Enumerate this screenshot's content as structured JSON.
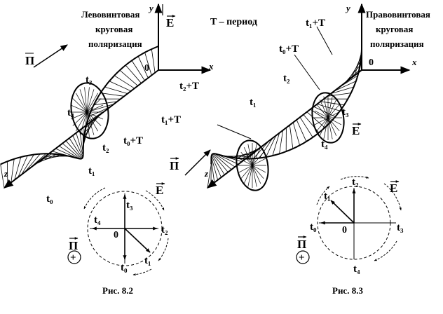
{
  "figure_left": {
    "title_lines": [
      "Левовинтовая",
      "круговая",
      "поляризация"
    ],
    "caption": "Рис. 8.2",
    "axis_y": "y",
    "axis_x": "x",
    "axis_z": "z",
    "origin": "0",
    "vector_E": "E",
    "vector_P": "П",
    "helix_labels": [
      "t₂+T",
      "t₁+T",
      "t₀+T",
      "t₂",
      "t₁",
      "t₀",
      "t₃",
      "t₄"
    ],
    "circle": {
      "origin": "0",
      "t0": "t₀",
      "t1": "t₁",
      "t2": "t₂",
      "t3": "t₃",
      "t4": "t₄",
      "vector_E": "E",
      "vector_P": "П",
      "plus": "+"
    }
  },
  "period_note": "T – период",
  "figure_right": {
    "title_lines": [
      "Правовинтовая",
      "круговая",
      "поляризация"
    ],
    "caption": "Рис. 8.3",
    "axis_y": "y",
    "axis_x": "x",
    "axis_z": "z",
    "origin": "0",
    "vector_E": "E",
    "vector_P": "П",
    "helix_labels": [
      "t₁+T",
      "t₀+T",
      "t₂",
      "t₁",
      "t₃",
      "t₄"
    ],
    "circle": {
      "origin": "0",
      "t0": "t₀",
      "t1": "t₁",
      "t2": "t₂",
      "t3": "t₃",
      "t4": "t₄",
      "vector_E": "E",
      "vector_P": "П",
      "plus": "+"
    }
  }
}
